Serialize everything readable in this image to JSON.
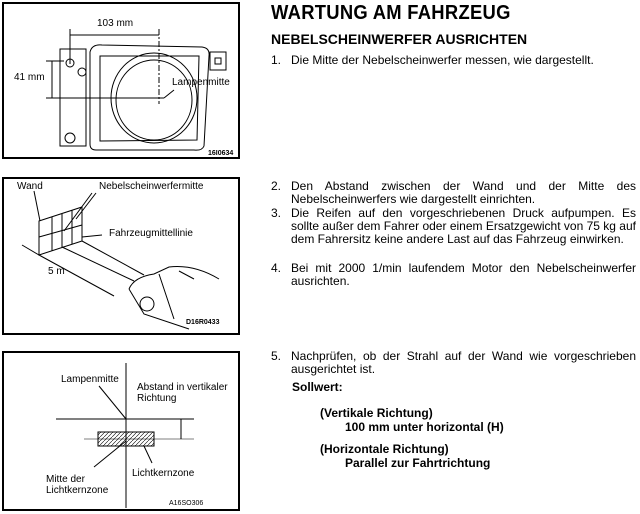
{
  "header": {
    "title": "WARTUNG AM FAHRZEUG",
    "subtitle": "NEBELSCHEINWERFER AUSRICHTEN"
  },
  "figures": [
    {
      "labels": {
        "width": "103 mm",
        "height": "41 mm",
        "center": "Lampenmitte"
      },
      "code": "16I0634"
    },
    {
      "labels": {
        "wall": "Wand",
        "fog_center": "Nebelscheinwerfermitte",
        "centerline": "Fahrzeugmittellinie",
        "distance": "5 m"
      },
      "code": "D16R0433"
    },
    {
      "labels": {
        "center": "Lampenmitte",
        "vertical": "Abstand in vertikaler Richtung",
        "core_center": "Mitte der Lichtkernzone",
        "core": "Lichtkernzone"
      },
      "code": "A16SO306"
    }
  ],
  "steps": [
    {
      "n": "1.",
      "text": "Die Mitte der Nebelscheinwerfer messen, wie dargestellt."
    },
    {
      "n": "2.",
      "text": "Den Abstand zwischen der Wand und der Mitte des Nebelscheinwerfers wie dargestellt einrichten."
    },
    {
      "n": "3.",
      "text": "Die Reifen auf den vorgeschriebenen Druck aufpumpen. Es sollte außer dem Fahrer oder einem Ersatzgewicht von 75 kg auf dem Fahrersitz keine andere Last auf das Fahrzeug einwirken."
    },
    {
      "n": "4.",
      "text": "Bei mit 2000 1/min laufendem Motor den Nebelscheinwerfer ausrichten."
    },
    {
      "n": "5.",
      "text": "Nachprüfen, ob der Strahl auf der Wand wie vorgeschrieben ausgerichtet ist."
    }
  ],
  "spec": {
    "label": "Sollwert:",
    "v_title": "(Vertikale Richtung)",
    "v_value": "100 mm unter horizontal (H)",
    "h_title": "(Horizontale Richtung)",
    "h_value": "Parallel zur Fahrtrichtung"
  }
}
